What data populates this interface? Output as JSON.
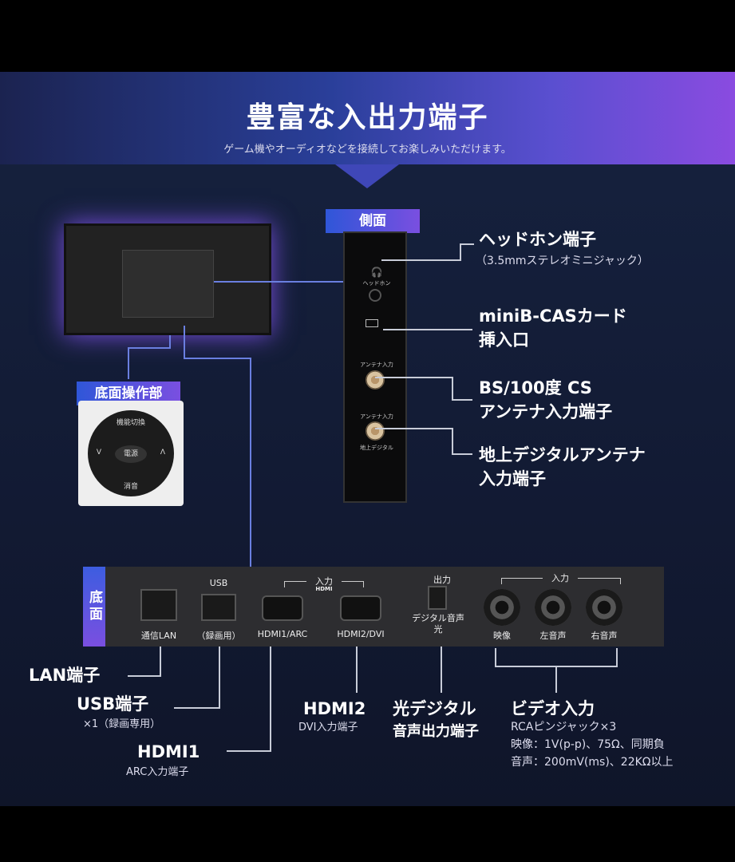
{
  "header": {
    "title": "豊富な入出力端子",
    "subtitle": "ゲーム機やオーディオなどを接続してお楽しみいただけます。"
  },
  "side": {
    "tag": "側面",
    "port_labels": {
      "headphone": "ヘッドホン",
      "antenna_in_1": "アンテナ入力",
      "antenna_in_2": "アンテナ入力",
      "terrestrial": "地上デジタル"
    }
  },
  "callouts": {
    "headphone": {
      "title": "ヘッドホン端子",
      "note": "（3.5mmステレオミニジャック）"
    },
    "bcas": {
      "title_1": "miniB-CASカード",
      "title_2": "挿入口"
    },
    "bs": {
      "title_1": "BS/100度 CS",
      "title_2": "アンテナ入力端子"
    },
    "terrestrial": {
      "title_1": "地上デジタルアンテナ",
      "title_2": "入力端子"
    }
  },
  "remote": {
    "tag": "底面操作部",
    "buttons": {
      "top": "機能切換",
      "center": "電源",
      "bottom": "消音",
      "left": "V",
      "right": "Λ"
    }
  },
  "bottom": {
    "tag": "底面",
    "usb_header": "USB",
    "hdmi_header": "入力",
    "hdmi_logo": "HDMI",
    "optical_header": "出力",
    "av_header": "入力",
    "ports": [
      "通信LAN",
      "（録画用）",
      "HDMI1/ARC",
      "HDMI2/DVI",
      "デジタル音声\n光",
      "映像",
      "左音声",
      "右音声"
    ]
  },
  "labels": {
    "lan": "LAN端子",
    "usb": {
      "title": "USB端子",
      "note": "×1（録画専用）"
    },
    "hdmi1": {
      "title": "HDMI1",
      "note": "ARC入力端子"
    },
    "hdmi2": {
      "title": "HDMI2",
      "note": "DVI入力端子"
    },
    "optical": {
      "title_1": "光デジタル",
      "title_2": "音声出力端子"
    },
    "video": {
      "title": "ビデオ入力",
      "note_1": "RCAピンジャック×3",
      "note_2": "映像：1V(p-p)、75Ω、同期負",
      "note_3": "音声：200mV(ms)、22KΩ以上"
    }
  }
}
